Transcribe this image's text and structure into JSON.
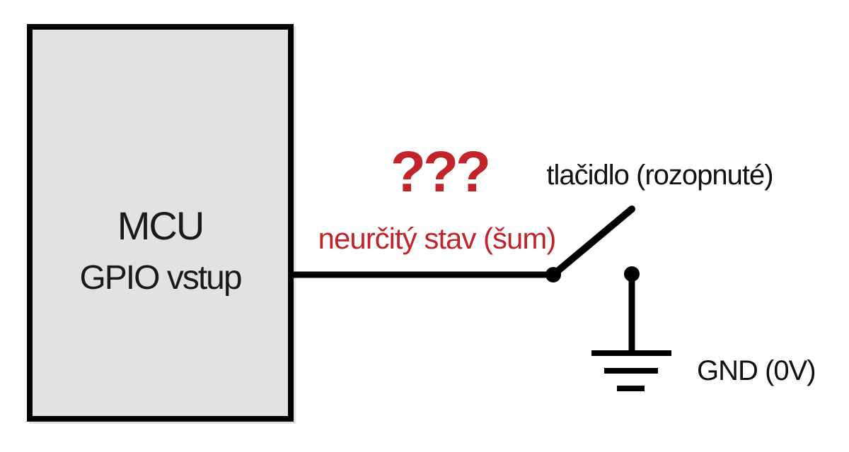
{
  "diagram": {
    "mcu": {
      "title": "MCU",
      "subtitle": "GPIO vstup"
    },
    "annotations": {
      "question_marks": "???",
      "noise_label": "neurčitý stav (šum)",
      "switch_label": "tlačidlo (rozopnuté)",
      "ground_label": "GND (0V)"
    },
    "colors": {
      "alert_red": "#C2242B",
      "ink_black": "#000000",
      "mcu_fill": "#E2E2E2",
      "background": "#FFFFFF"
    },
    "elements": {
      "wire": "GPIO input wire from MCU to switch pole",
      "switch": "push-button shown open (blade lifted)",
      "ground": "earth/ground symbol at 0V"
    }
  }
}
